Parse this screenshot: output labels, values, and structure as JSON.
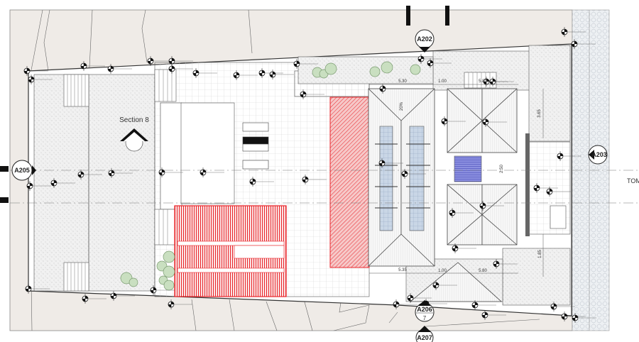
{
  "drawing": {
    "section_label": "Section 8",
    "truncated_edge_text": "TOM",
    "section_markers": {
      "top": "A202",
      "right": "A203",
      "left": "A205",
      "bottom": "A206",
      "bottom_sub": "7",
      "bottom_lower": "A207"
    },
    "dimensions": {
      "top_a": "5.30",
      "top_b": "1.00",
      "top_c": "5.80",
      "right_top": "3.65",
      "center": "2.50",
      "bottom_a": "5.35",
      "bottom_b": "1.00",
      "bottom_c": "5.80",
      "right_bottom": "1.85",
      "slope": "20%"
    },
    "colors": {
      "terrain": "#efebe7",
      "highlight_red": "#e8262b",
      "solar_blue": "#c9d6e6",
      "pool_blue": "#5a5fc4",
      "tree_green": "#c9dfc0"
    }
  }
}
